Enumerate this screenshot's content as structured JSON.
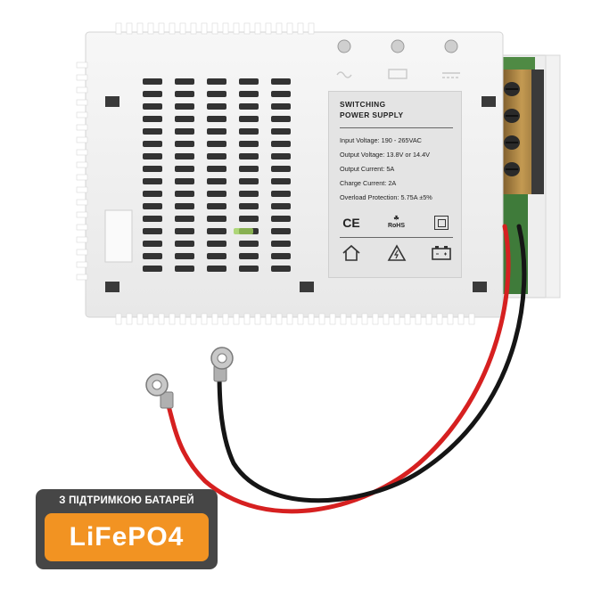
{
  "product": {
    "label": {
      "title_line1": "SWITCHING",
      "title_line2": "POWER SUPPLY",
      "specs": [
        "Input Voltage: 190 - 265VAC",
        "Output Voltage: 13.8V or 14.4V",
        "Output Current: 5A",
        "Charge Current: 2A",
        "Overload Protection: 5.75A ±5%"
      ],
      "marks": {
        "ce": "CE",
        "rohs": "RoHS"
      }
    }
  },
  "badge": {
    "subtitle": "З ПІДТРИМКОЮ БАТАРЕЙ",
    "title": "LiFePO4",
    "accent_color": "#f29322",
    "background_color": "#464646"
  },
  "wires": {
    "positive_color": "#d62020",
    "negative_color": "#111111"
  }
}
